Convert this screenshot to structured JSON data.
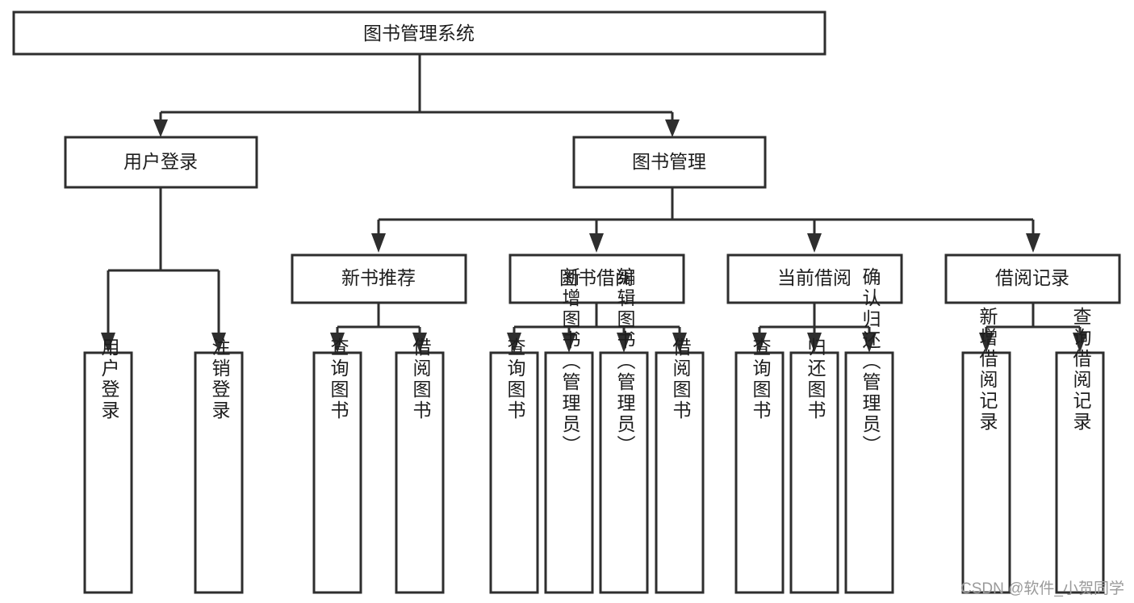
{
  "diagram": {
    "type": "hierarchy-tree",
    "title": "图书管理系统",
    "orientation": "top-down",
    "watermark": "CSDN @软件_小贺同学",
    "colors": {
      "background": "#ffffff",
      "box_fill": "#ffffff",
      "box_stroke": "#2e2e2e",
      "connector": "#2e2e2e",
      "text": "#1d1d1d",
      "watermark": "#9a9a9a"
    },
    "root": {
      "label": "图书管理系统",
      "level": 0
    },
    "level2": [
      {
        "label": "用户登录",
        "level": 1
      },
      {
        "label": "图书管理",
        "level": 1
      }
    ],
    "level3": [
      {
        "label": "新书推荐",
        "level": 2,
        "parent": "图书管理"
      },
      {
        "label": "图书借阅",
        "level": 2,
        "parent": "图书管理"
      },
      {
        "label": "当前借阅",
        "level": 2,
        "parent": "图书管理"
      },
      {
        "label": "借阅记录",
        "level": 2,
        "parent": "图书管理"
      }
    ],
    "leaves": [
      {
        "label": "用户登录",
        "parent": "用户登录",
        "group": "user-login"
      },
      {
        "label": "注销登录",
        "parent": "用户登录",
        "group": "user-login"
      },
      {
        "label": "查询图书",
        "parent": "新书推荐",
        "group": "new-book"
      },
      {
        "label": "借阅图书",
        "parent": "新书推荐",
        "group": "new-book"
      },
      {
        "label": "查询图书",
        "parent": "图书借阅",
        "group": "borrow"
      },
      {
        "label": "新增图书（管理员）",
        "parent": "图书借阅",
        "group": "borrow"
      },
      {
        "label": "编辑图书（管理员）",
        "parent": "图书借阅",
        "group": "borrow"
      },
      {
        "label": "借阅图书",
        "parent": "图书借阅",
        "group": "borrow"
      },
      {
        "label": "查询图书",
        "parent": "当前借阅",
        "group": "current"
      },
      {
        "label": "归还图书",
        "parent": "当前借阅",
        "group": "current"
      },
      {
        "label": "确认归还（管理员）",
        "parent": "当前借阅",
        "group": "current"
      },
      {
        "label": "新增借阅记录",
        "parent": "借阅记录",
        "group": "record"
      },
      {
        "label": "查询借阅记录",
        "parent": "借阅记录",
        "group": "record"
      }
    ]
  }
}
